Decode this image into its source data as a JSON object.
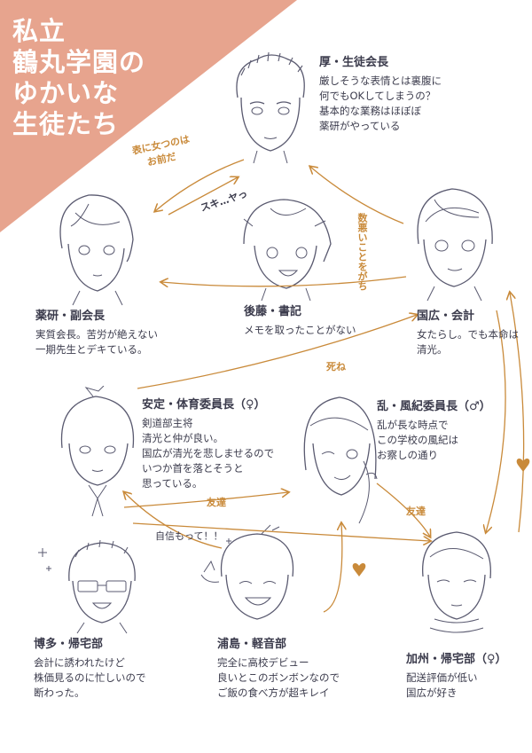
{
  "title": {
    "line1": "私立",
    "line2": "鶴丸学園の",
    "line3": "ゆかいな",
    "line4": "生徒たち"
  },
  "colors": {
    "accent_pink": "#e7a48e",
    "arrow_orange": "#c98a3a",
    "ink": "#3b3b4c",
    "heart": "#c98a3a"
  },
  "characters": {
    "atsu": {
      "name": "厚・生徒会長",
      "lines": [
        "厳しそうな表情とは裏腹に",
        "何でもOKしてしまうの？",
        "基本的な業務はほぼぼ",
        "薬研がやっている"
      ]
    },
    "yagen": {
      "name": "薬研・副会長",
      "lines": [
        "実質会長。苦労が絶えない",
        "一期先生とデキている。"
      ]
    },
    "gotou": {
      "name": "後藤・書記",
      "lines": [
        "メモを取ったことがない"
      ]
    },
    "kunihiro": {
      "name": "国広・会計",
      "lines": [
        "女たらし。でも本命は",
        "清光。"
      ]
    },
    "yasusada": {
      "name": "安定・体育委員長（♀）",
      "lines": [
        "剣道部主将",
        "清光と仲が良い。",
        "国広が清光を悲しませるので",
        "いつか首を落とそうと",
        "思っている。"
      ]
    },
    "midare": {
      "name": "乱・風紀委員長（♂）",
      "lines": [
        "乱が長な時点で",
        "この学校の風紀は",
        "お察しの通り"
      ]
    },
    "hakata": {
      "name": "博多・帰宅部",
      "lines": [
        "会計に誘われたけど",
        "株価見るのに忙しいので",
        "断わった。"
      ]
    },
    "urashima": {
      "name": "浦島・軽音部",
      "lines": [
        "完全に高校デビュー",
        "良いとこのボンボンなので",
        "ご飯の食べ方が超キレイ"
      ]
    },
    "kashuu": {
      "name": "加州・帰宅部（♀）",
      "lines": [
        "配送評価が低い",
        "国広が好き"
      ]
    }
  },
  "arrows": {
    "omae": "表に女つのは\nお前だ",
    "omae_1": "表に女つのは",
    "omae_2": "お前だ",
    "suki": "スキ…ヤっ",
    "kyoudou": "数悪いことをがち",
    "shine": "死ね",
    "tomodachi1": "友達",
    "tomodachi2": "友達",
    "jishin": "自信もって！！"
  }
}
